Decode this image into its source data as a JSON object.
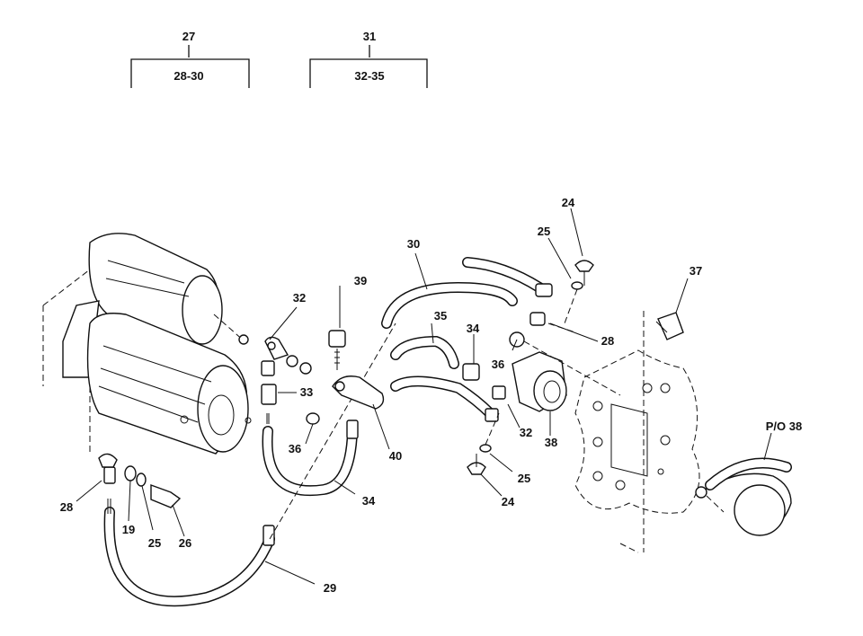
{
  "groups": [
    {
      "id": "27",
      "range": "28-30"
    },
    {
      "id": "31",
      "range": "32-35"
    }
  ],
  "callouts": {
    "c24a": "24",
    "c25a": "25",
    "c37": "37",
    "c30": "30",
    "c39": "39",
    "c32a": "32",
    "c35": "35",
    "c34a": "34",
    "c36a": "36",
    "c28a": "28",
    "c33": "33",
    "c36b": "36",
    "c40": "40",
    "c32b": "32",
    "c38": "38",
    "po38": "P/O 38",
    "c25b": "25",
    "c24b": "24",
    "c34b": "34",
    "c28b": "28",
    "c19": "19",
    "c25c": "25",
    "c26": "26",
    "c29": "29"
  },
  "colors": {
    "ink": "#111111",
    "paper": "#ffffff"
  }
}
